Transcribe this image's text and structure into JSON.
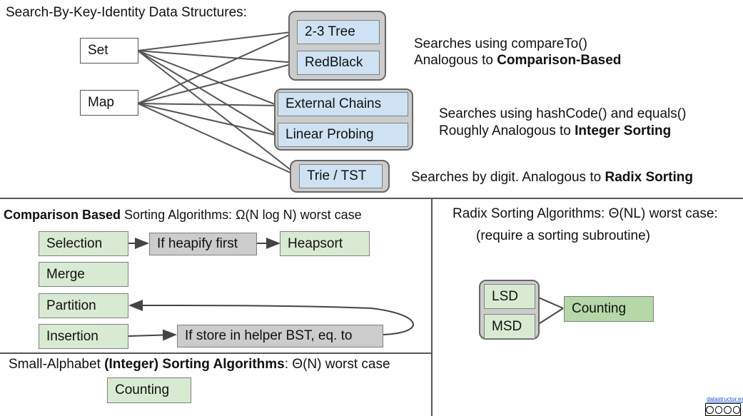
{
  "top": {
    "title": "Search-By-Key-Identity Data Structures:",
    "interfaces": {
      "set": "Set",
      "map": "Map"
    },
    "tree_group": {
      "b1": "2-3 Tree",
      "b2": "RedBlack"
    },
    "hash_group": {
      "b1": "External Chains",
      "b2": "Linear Probing"
    },
    "trie_group": {
      "b1": "Trie / TST"
    },
    "desc_compare": {
      "line1": "Searches using compareTo()",
      "line2_prefix": "Analogous to ",
      "line2_bold": "Comparison-Based"
    },
    "desc_hash": {
      "line1": "Searches using hashCode() and equals()",
      "line2_prefix": "Roughly Analogous to ",
      "line2_bold": "Integer Sorting"
    },
    "desc_trie": {
      "prefix": "Searches by digit. Analogous to ",
      "bold": "Radix Sorting"
    }
  },
  "comparison": {
    "title_bold": "Comparison Based",
    "title_rest": " Sorting Algorithms: Ω(N log N) worst case",
    "selection": "Selection",
    "heapify": "If heapify first",
    "heapsort": "Heapsort",
    "merge": "Merge",
    "partition": "Partition",
    "insertion": "Insertion",
    "helper_bst": "If store in helper BST, eq. to"
  },
  "small_alphabet": {
    "title_prefix": "Small-Alphabet ",
    "title_bold": "(Integer) Sorting Algorithms",
    "title_rest": ": Θ(N) worst case",
    "counting": "Counting"
  },
  "radix": {
    "title": "Radix Sorting Algorithms: Θ(NL) worst case:",
    "subtitle": "(require a sorting subroutine)",
    "lsd": "LSD",
    "msd": "MSD",
    "counting": "Counting"
  },
  "footer": {
    "credit": "datastructur.es",
    "license_icon": "cc-by-nc-sa-icon"
  }
}
